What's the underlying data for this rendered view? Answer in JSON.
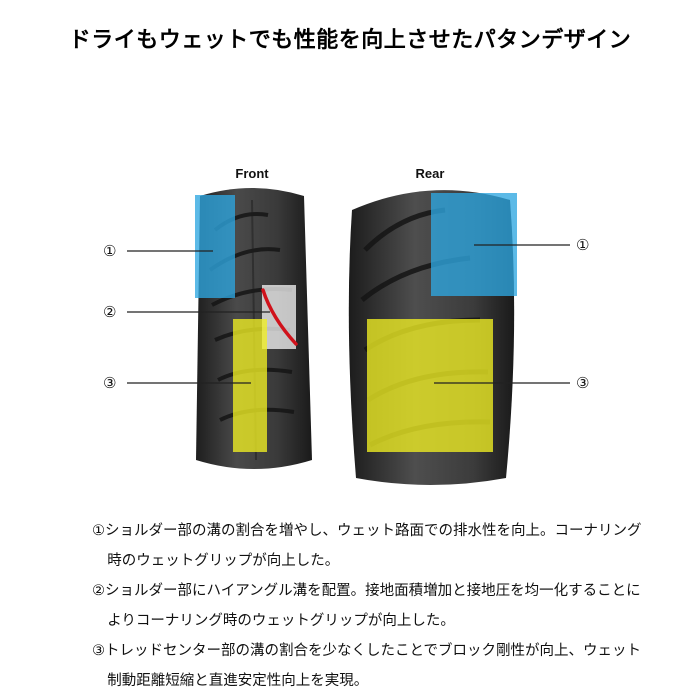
{
  "headline": "ドライもウェットでも性能を向上させたパタンデザイン",
  "diagram": {
    "front_label": "Front",
    "rear_label": "Rear",
    "markers": {
      "m1": "①",
      "m2": "②",
      "m3": "③"
    },
    "colors": {
      "blue_zone": "#2ea7e0",
      "yellow_zone": "#f0ee22",
      "groove_red": "#d0121b",
      "tire": "#3a3a3a"
    }
  },
  "descriptions": [
    "①ショルダー部の溝の割合を増やし、ウェット路面での排水性を向上。コーナリング時のウェットグリップが向上した。",
    "②ショルダー部にハイアングル溝を配置。接地面積増加と接地圧を均一化することによりコーナリング時のウェットグリップが向上した。",
    "③トレッドセンター部の溝の割合を少なくしたことでブロック剛性が向上、ウェット制動距離短縮と直進安定性向上を実現。"
  ]
}
